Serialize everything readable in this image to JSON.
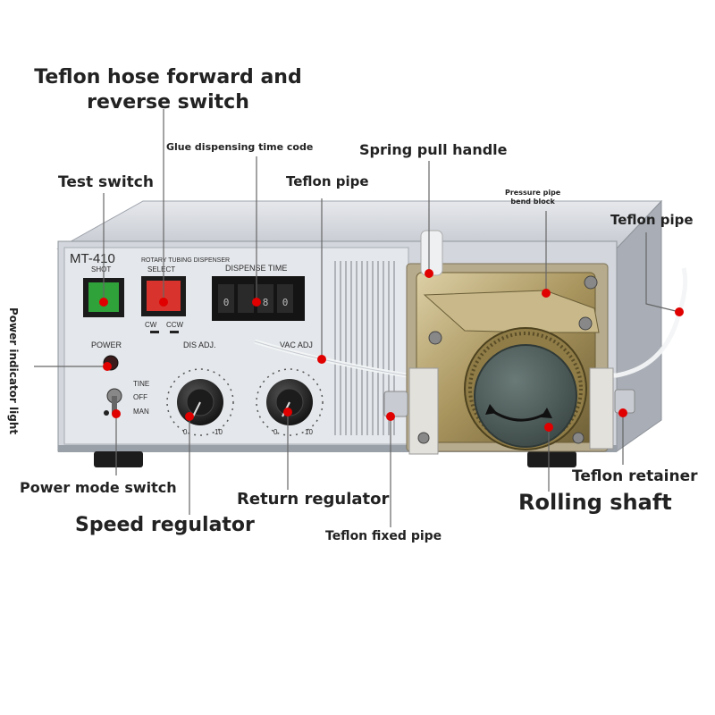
{
  "device": {
    "model": "MT-410",
    "subtitle": "ROTARY TUBING DISPENSER",
    "shot": "SHOT",
    "select": "SELECT",
    "dispense_time": "DISPENSE TIME",
    "cw": "CW",
    "ccw": "CCW",
    "power": "POWER",
    "dis_adj": "DIS ADJ.",
    "vac_adj": "VAC ADJ",
    "tine": "TINE",
    "off": "OFF",
    "man": "MAN",
    "dial_min": "0",
    "dial_max": "10",
    "digits": [
      "0",
      "8",
      "0"
    ]
  },
  "labels": {
    "hose_switch_line1": "Teflon hose forward and",
    "hose_switch_line2": "reverse switch",
    "glue_time_code": "Glue dispensing time code",
    "spring_handle": "Spring pull handle",
    "test_switch": "Test switch",
    "teflon_pipe_1": "Teflon pipe",
    "pressure_block_line1": "Pressure pipe",
    "pressure_block_line2": "bend block",
    "teflon_pipe_2": "Teflon pipe",
    "power_light_line1": "Power indicator",
    "power_light_line2": "light",
    "power_mode_switch": "Power mode switch",
    "return_regulator": "Return regulator",
    "speed_regulator": "Speed regulator",
    "teflon_fixed_pipe": "Teflon fixed pipe",
    "teflon_retainer": "Teflon retainer",
    "rolling_shaft": "Rolling shaft"
  },
  "colors": {
    "marker": "#e00000",
    "line": "#666666",
    "case": "#c9ccd3",
    "panel": "#e2e5ea",
    "pump_metal": "#b7a474",
    "knob_face": "#4f5f5d"
  }
}
